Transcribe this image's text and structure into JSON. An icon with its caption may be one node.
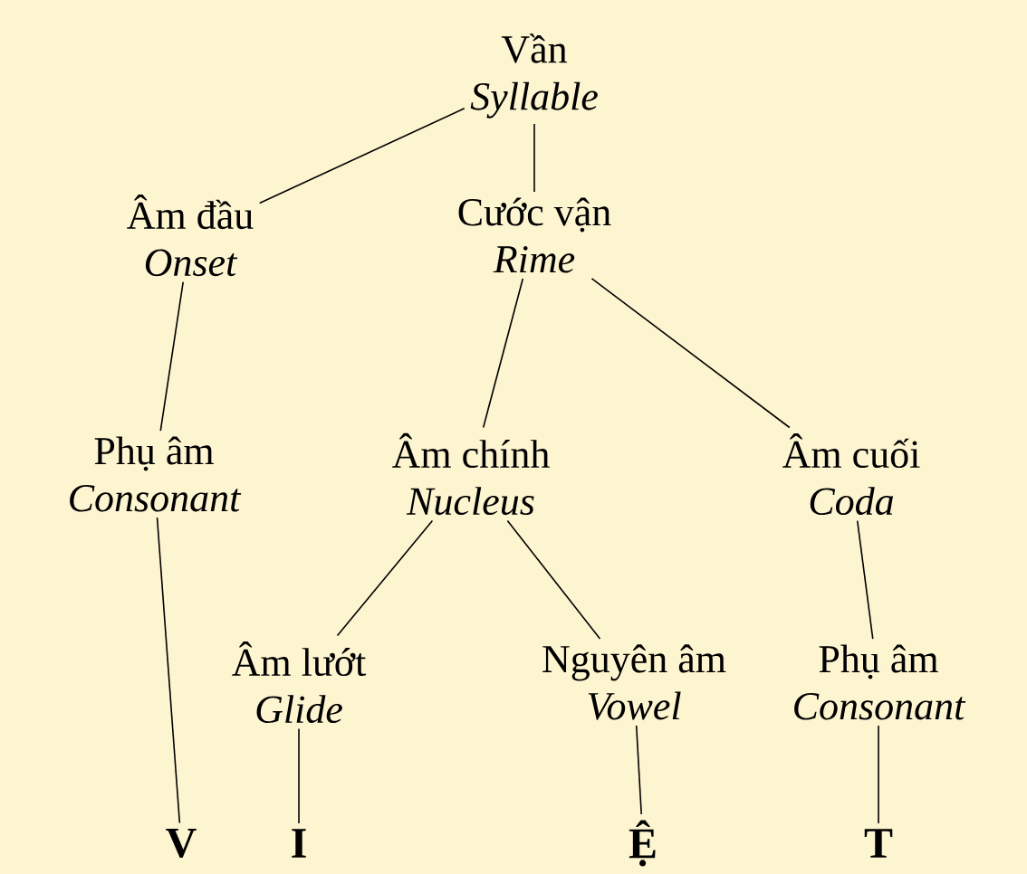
{
  "diagram": {
    "nodes": [
      {
        "text": [
          "Vần",
          "Syllable"
        ]
      },
      {
        "text": [
          "Âm đầu",
          "Onset"
        ]
      },
      {
        "text": [
          "Cước vận",
          "Rime"
        ]
      },
      {
        "text": [
          "Phụ âm",
          "Consonant"
        ]
      },
      {
        "text": [
          "Âm chính",
          "Nucleus"
        ]
      },
      {
        "text": [
          "Âm cuối",
          "Coda"
        ]
      },
      {
        "text": [
          "Âm lướt",
          "Glide"
        ]
      },
      {
        "text": [
          "Nguyên âm",
          "Vowel"
        ]
      },
      {
        "text": [
          "Phụ âm",
          "Consonant"
        ]
      },
      {
        "text": [
          "V"
        ]
      },
      {
        "text": [
          "I"
        ]
      },
      {
        "text": [
          "Ệ"
        ]
      },
      {
        "text": [
          "T"
        ]
      }
    ],
    "edges": [
      {
        "from": 0,
        "to": 1,
        "arrow": "none"
      },
      {
        "from": 0,
        "to": 2,
        "arrow": "none"
      },
      {
        "from": 1,
        "to": 3,
        "arrow": "none"
      },
      {
        "from": 2,
        "to": 4,
        "arrow": "none"
      },
      {
        "from": 2,
        "to": 5,
        "arrow": "none"
      },
      {
        "from": 4,
        "to": 6,
        "arrow": "none"
      },
      {
        "from": 4,
        "to": 7,
        "arrow": "none"
      },
      {
        "from": 5,
        "to": 8,
        "arrow": "none"
      },
      {
        "from": 3,
        "to": 9,
        "arrow": "none"
      },
      {
        "from": 6,
        "to": 10,
        "arrow": "none"
      },
      {
        "from": 7,
        "to": 11,
        "arrow": "none"
      },
      {
        "from": 8,
        "to": 12,
        "arrow": "none"
      }
    ]
  }
}
